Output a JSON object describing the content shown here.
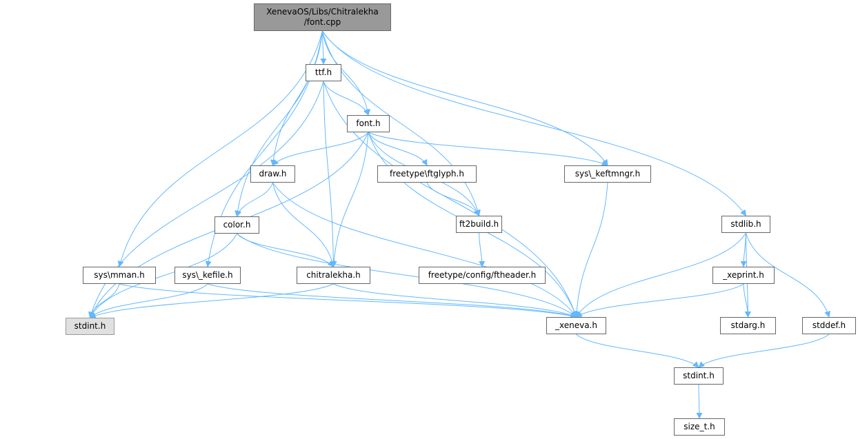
{
  "colors": {
    "edge": "#63b8ff",
    "root_fill": "#999999",
    "leaf_fill": "#e0e0e0"
  },
  "nodes": {
    "root": "XenevaOS/Libs/Chitralekha\n/font.cpp",
    "ttf": "ttf.h",
    "font": "font.h",
    "draw": "draw.h",
    "ftglyph": "freetype\\ftglyph.h",
    "keftmngr": "sys\\_keftmngr.h",
    "color": "color.h",
    "ft2build": "ft2build.h",
    "stdlib": "stdlib.h",
    "sysmman": "sys\\mman.h",
    "kefile": "sys\\_kefile.h",
    "chitralekha": "chitralekha.h",
    "ftheader": "freetype/config/ftheader.h",
    "xeprint": "_xeprint.h",
    "stdint_leaf": "stdint.h",
    "xeneva": "_xeneva.h",
    "stdarg": "stdarg.h",
    "stddef": "stddef.h",
    "stdint": "stdint.h",
    "size_t": "size_t.h"
  },
  "edges": [
    [
      "root",
      "ttf"
    ],
    [
      "root",
      "font"
    ],
    [
      "root",
      "draw"
    ],
    [
      "root",
      "color"
    ],
    [
      "root",
      "sysmman"
    ],
    [
      "root",
      "kefile"
    ],
    [
      "root",
      "stdlib"
    ],
    [
      "root",
      "keftmngr"
    ],
    [
      "root",
      "ft2build"
    ],
    [
      "ttf",
      "font"
    ],
    [
      "ttf",
      "chitralekha"
    ],
    [
      "ttf",
      "stdint_leaf"
    ],
    [
      "ttf",
      "xeneva"
    ],
    [
      "font",
      "draw"
    ],
    [
      "font",
      "ftglyph"
    ],
    [
      "font",
      "keftmngr"
    ],
    [
      "font",
      "ft2build"
    ],
    [
      "font",
      "chitralekha"
    ],
    [
      "font",
      "xeneva"
    ],
    [
      "font",
      "stdint_leaf"
    ],
    [
      "draw",
      "color"
    ],
    [
      "draw",
      "chitralekha"
    ],
    [
      "draw",
      "xeneva"
    ],
    [
      "ftglyph",
      "ft2build"
    ],
    [
      "ft2build",
      "ftheader"
    ],
    [
      "keftmngr",
      "xeneva"
    ],
    [
      "color",
      "chitralekha"
    ],
    [
      "color",
      "xeneva"
    ],
    [
      "color",
      "stdint_leaf"
    ],
    [
      "sysmman",
      "stdint_leaf"
    ],
    [
      "sysmman",
      "xeneva"
    ],
    [
      "kefile",
      "stdint_leaf"
    ],
    [
      "kefile",
      "xeneva"
    ],
    [
      "chitralekha",
      "stdint_leaf"
    ],
    [
      "chitralekha",
      "xeneva"
    ],
    [
      "stdlib",
      "xeprint"
    ],
    [
      "stdlib",
      "xeneva"
    ],
    [
      "stdlib",
      "stdarg"
    ],
    [
      "stdlib",
      "stddef"
    ],
    [
      "xeprint",
      "xeneva"
    ],
    [
      "xeprint",
      "stdarg"
    ],
    [
      "xeneva",
      "stdint"
    ],
    [
      "stddef",
      "stdint"
    ],
    [
      "stdint",
      "size_t"
    ]
  ]
}
